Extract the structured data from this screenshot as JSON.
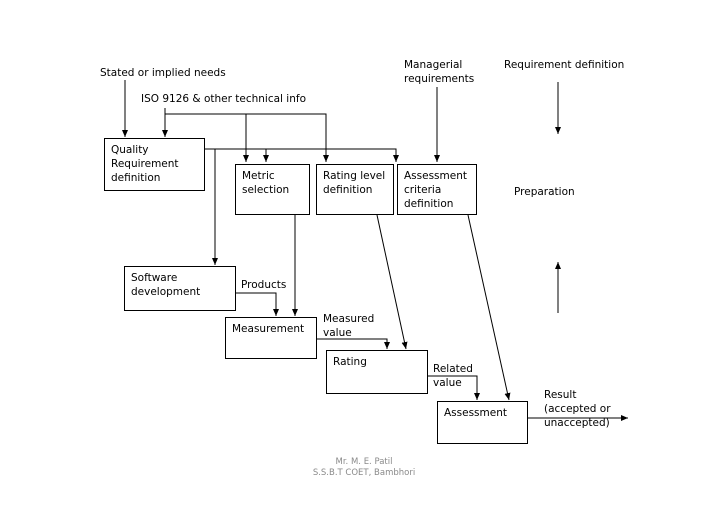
{
  "labels": {
    "stated_needs": "Stated or implied needs",
    "iso_info": "ISO 9126 & other technical  info",
    "managerial": "Managerial\nrequirements",
    "req_definition": "Requirement definition",
    "preparation": "Preparation",
    "products": "Products",
    "measured_value": "Measured\nvalue",
    "related_value": "Related\nvalue",
    "result": "Result\n(accepted or\nunaccepted)"
  },
  "boxes": {
    "quality": "Quality\nRequirement\ndefinition",
    "metric": "Metric\nselection",
    "rating_level": "Rating level\ndefinition",
    "assessment_criteria": "Assessment\ncriteria\ndefinition",
    "software": "Software\ndevelopment",
    "measurement": "Measurement",
    "rating": "Rating",
    "assessment": "Assessment"
  },
  "footer": "Mr. M. E. Patil\nS.S.B.T COET, Bambhori"
}
